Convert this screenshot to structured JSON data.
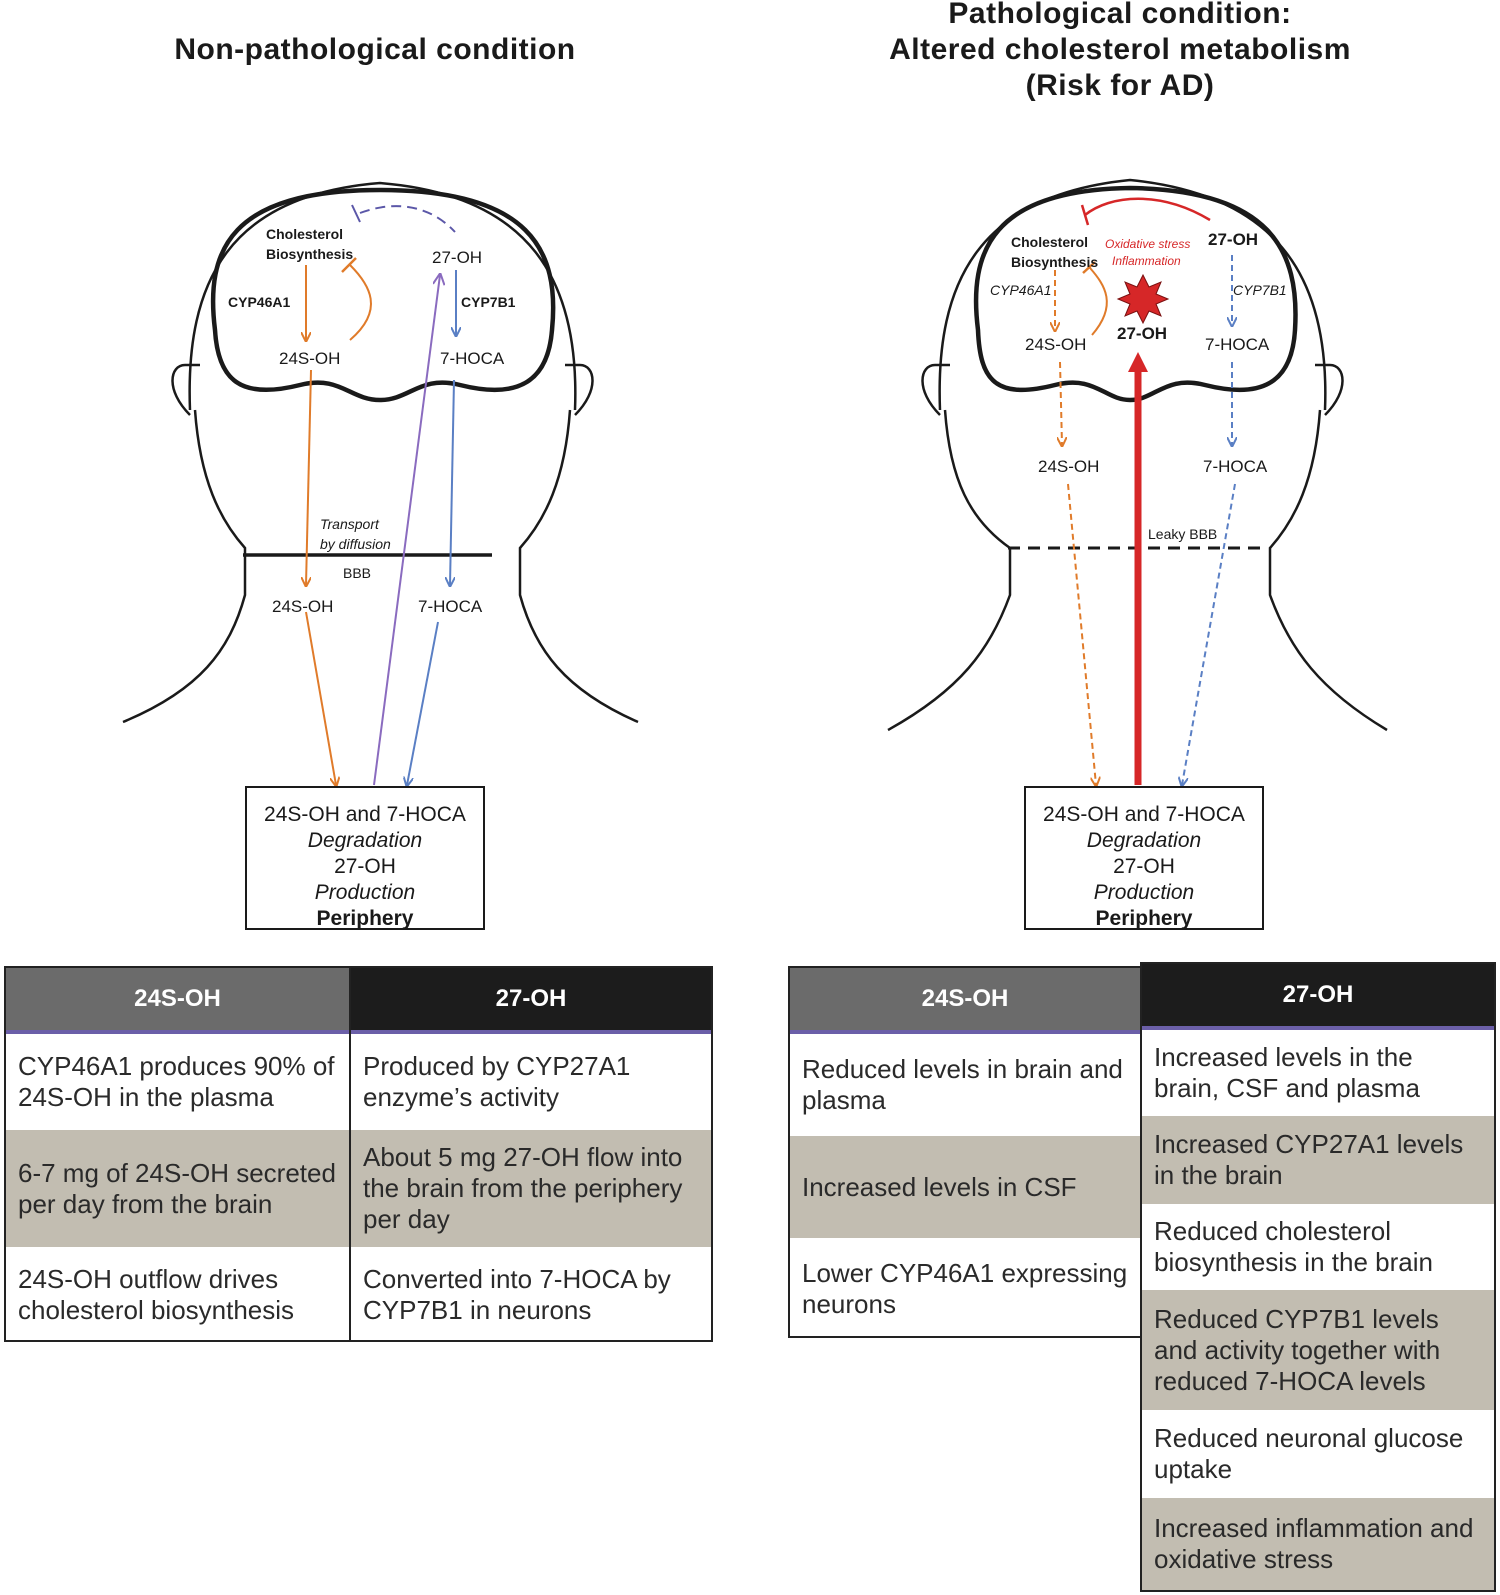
{
  "left": {
    "title": "Non-pathological condition",
    "labels": {
      "chol_line1": "Cholesterol",
      "chol_line2": "Biosynthesis",
      "cyp46": "CYP46A1",
      "s24_brain": "24S-OH",
      "oh27_brain": "27-OH",
      "cyp7b1": "CYP7B1",
      "hoca_brain": "7-HOCA",
      "transport_line1": "Transport",
      "transport_line2": "by diffusion",
      "bbb": "BBB",
      "s24_neck": "24S-OH",
      "hoca_neck": "7-HOCA"
    },
    "box": {
      "line1": "24S-OH and 7-HOCA",
      "line2": "Degradation",
      "line3a": "27-OH ",
      "line3b": "Production",
      "line4": "Periphery"
    },
    "table": {
      "col1_header": "24S-OH",
      "col2_header": "27-OH",
      "col1_rows": [
        "CYP46A1 produces 90% of 24S-OH in the plasma",
        "6-7 mg of 24S-OH secreted per day from the brain",
        "24S-OH outflow drives cholesterol biosynthesis"
      ],
      "col2_rows": [
        "Produced by CYP27A1 enzyme’s activity",
        "About 5 mg 27-OH flow into the brain from the periphery per day",
        "Converted into 7-HOCA by CYP7B1 in neurons"
      ]
    }
  },
  "right": {
    "title_line1": "Pathological condition:",
    "title_line2": "Altered cholesterol metabolism",
    "title_line3": "(Risk for AD)",
    "labels": {
      "chol_line1": "Cholesterol",
      "chol_line2": "Biosynthesis",
      "oxidative": "Oxidative stress",
      "inflammation": "Inflammation",
      "oh27_top": "27-OH",
      "cyp46": "CYP46A1",
      "cyp7b1": "CYP7B1",
      "s24_brain": "24S-OH",
      "oh27_center": "27-OH",
      "hoca_brain": "7-HOCA",
      "s24_lower": "24S-OH",
      "hoca_lower": "7-HOCA",
      "leaky_bbb": "Leaky BBB"
    },
    "box": {
      "line1": "24S-OH and 7-HOCA",
      "line2": "Degradation",
      "line3a": "27-OH ",
      "line3b": "Production",
      "line4": "Periphery"
    },
    "table": {
      "col1_header": "24S-OH",
      "col2_header": "27-OH",
      "col1_rows": [
        "Reduced levels in brain and plasma",
        "Increased levels in CSF",
        "Lower CYP46A1 expressing neurons"
      ],
      "col2_rows": [
        "Increased levels in the brain, CSF and plasma",
        "Increased CYP27A1 levels in the brain",
        "Reduced cholesterol biosynthesis in the brain",
        "Reduced CYP7B1 levels and activity together with reduced 7-HOCA levels",
        "Reduced neuronal glucose uptake",
        "Increased inflammation and oxidative stress"
      ]
    }
  },
  "colors": {
    "orange": "#e07b2a",
    "blue": "#5a7fc4",
    "purple": "#8a6bbf",
    "red": "#d62728",
    "header_gray": "#6b6b6b",
    "header_black": "#1c1c1c",
    "shade": "#c2bdb1"
  }
}
